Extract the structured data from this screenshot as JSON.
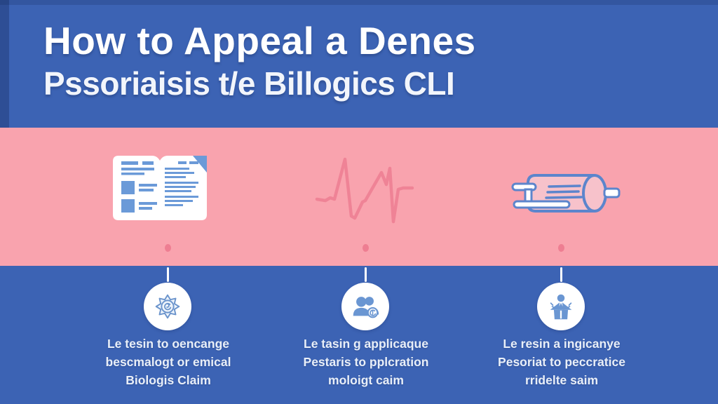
{
  "title": {
    "line1": "How to Appeal a Denes",
    "line2": "Pssoriaisis t/e Billogics CLI"
  },
  "band": {
    "background_color": "#f9a3ae",
    "icons": [
      {
        "name": "open-book-document-icon"
      },
      {
        "name": "heartbeat-ecg-icon"
      },
      {
        "name": "rolled-document-icon"
      }
    ],
    "dot_color": "#ee7e92"
  },
  "steps": [
    {
      "icon": "award-badge-icon",
      "lines": [
        "Le tesin to oencange",
        "bescmalogt or emical",
        "Biologis Claim"
      ]
    },
    {
      "icon": "people-badge-icon",
      "lines": [
        "Le tasin g applicaque",
        "Pestaris to pplcration",
        "moloigt caim"
      ]
    },
    {
      "icon": "person-podium-icon",
      "lines": [
        "Le resin a ingicanye",
        "Pesoriat to peccratice",
        "rridelte saim"
      ]
    }
  ],
  "colors": {
    "background_blue": "#3c63b4",
    "band_pink": "#f9a3ae",
    "ecg_stroke": "#ef8396",
    "icon_blue": "#6b9ad8",
    "title_text": "#ffffff",
    "caption_text": "#e9eff8"
  }
}
